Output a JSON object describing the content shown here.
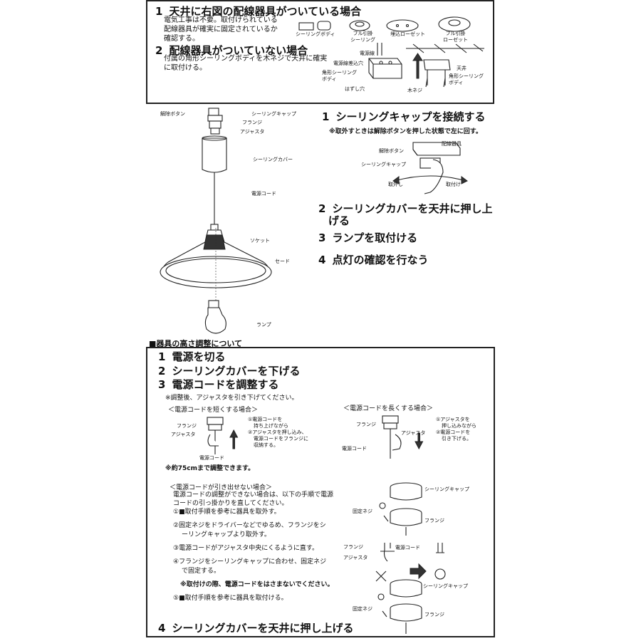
{
  "top_box": {
    "step1": {
      "num": "1",
      "title": "天井に右図の配線器具がついている場合",
      "lines": [
        "電気工事は不要。取付けられている",
        "配線器具が確実に固定されているか",
        "確認する。"
      ]
    },
    "step2": {
      "num": "2",
      "title": "配線器具がついていない場合",
      "lines": [
        "付属の角形シーリングボディを木ネジで天井に確実",
        "に取付ける。"
      ]
    },
    "fixtures": [
      "シーリングボディ",
      "フル引掛\nシーリング",
      "埋込ローゼット",
      "フル引掛\nローゼット"
    ],
    "diagram_labels": {
      "power_wire": "電源線",
      "wire_hole": "電源線差込穴",
      "square_body": "角形シーリング\nボディ",
      "knockout": "はずし穴",
      "ceiling": "天井",
      "square_body2": "角形シーリング\nボディ",
      "wood_screw": "木ネジ"
    }
  },
  "lamp_labels": {
    "release_button": "解除ボタン",
    "ceiling_cap": "シーリングキャップ",
    "flange": "フランジ",
    "adjuster": "アジャスタ",
    "ceiling_cover": "シーリングカバー",
    "power_cord": "電源コード",
    "socket": "ソケット",
    "shade": "セード",
    "lamp": "ランプ"
  },
  "install_steps": {
    "s1": {
      "num": "1",
      "title": "シーリングキャップを接続する",
      "note": "※取外すときは解除ボタンを押した状態で左に回す。"
    },
    "detail": {
      "release": "解除ボタン",
      "wiring": "配線器具",
      "cap": "シーリングキャップ",
      "remove": "取外し",
      "attach": "取付け"
    },
    "s2": {
      "num": "2",
      "line1": "シーリングカバーを天井に押し上",
      "line2": "げる"
    },
    "s3": {
      "num": "3",
      "title": "ランプを取付ける"
    },
    "s4": {
      "num": "4",
      "title": "点灯の確認を行なう"
    }
  },
  "height_section": {
    "header": "■器具の高さ調整について",
    "s1": {
      "num": "1",
      "title": "電源を切る"
    },
    "s2": {
      "num": "2",
      "title": "シーリングカバーを下げる"
    },
    "s3": {
      "num": "3",
      "title": "電源コードを調整する"
    },
    "s3_note": "※調整後、アジャスタを引き下げてください。",
    "shorten": {
      "title": "＜電源コードを短くする場合＞",
      "flange": "フランジ",
      "adjuster": "アジャスタ",
      "cord": "電源コード",
      "steps": [
        "①電源コードを",
        "持ち上げながら",
        "②アジャスタを押し込み、",
        "電源コードをフランジに",
        "収納する。"
      ]
    },
    "lengthen": {
      "title": "＜電源コードを長くする場合＞",
      "flange": "フランジ",
      "adjuster": "アジャスタ",
      "cord": "電源コード",
      "steps": [
        "①アジャスタを",
        "押し込みながら",
        "②電源コードを",
        "引き下げる。"
      ]
    },
    "range_note": "※約75cmまで調整できます。",
    "stuck": {
      "title": "＜電源コードが引き出せない場合＞",
      "intro": [
        "電源コードの調整ができない場合は、以下の手順で電源",
        "コードの引っ掛かりを直してください。"
      ],
      "items": [
        "①■取付手順を参考に器具を取外す。",
        "②固定ネジをドライバーなどでゆるめ、フランジをシ",
        "ーリングキャップより取外す。",
        "③電源コードがアジャスタ中央にくるように直す。",
        "④フランジをシーリングキャップに合わせ、固定ネジ",
        "で固定する。",
        "※取付けの際、電源コードをはさまないでください。",
        "⑤■取付手順を参考に器具を取付ける。"
      ]
    },
    "right_labels": {
      "cap_top": "シーリングキャップ",
      "screw_top": "固定ネジ",
      "flange_top": "フランジ",
      "flange_mid": "フランジ",
      "cord_mid": "電源コード",
      "adjuster_mid": "アジャスタ",
      "cap_bottom": "シーリングキャップ",
      "screw_bottom": "固定ネジ",
      "flange_bottom": "フランジ"
    },
    "s4": {
      "num": "4",
      "title": "シーリングカバーを天井に押し上げる"
    }
  }
}
